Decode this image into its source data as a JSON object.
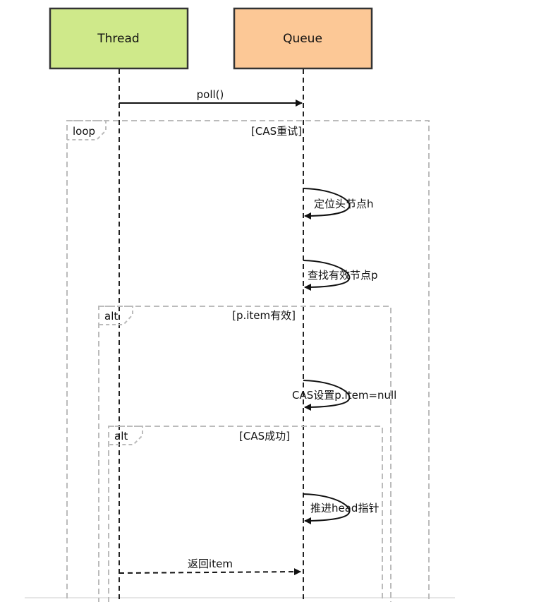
{
  "participants": [
    {
      "name": "Thread",
      "fill": "#cfe98a"
    },
    {
      "name": "Queue",
      "fill": "#fcc896"
    }
  ],
  "frames": {
    "loop": {
      "keyword": "loop",
      "guard": "[CAS重试]"
    },
    "alt_item_valid": {
      "keyword": "alt",
      "guard": "[p.item有效]"
    },
    "alt_cas_success": {
      "keyword": "alt",
      "guard": "[CAS成功]"
    }
  },
  "messages": {
    "poll": {
      "label": "poll()",
      "from": "Thread",
      "to": "Queue",
      "style": "solid"
    },
    "locate_head": {
      "label": "定位头节点h",
      "from": "Queue",
      "to": "Queue",
      "style": "solid"
    },
    "find_valid": {
      "label": "查找有效节点p",
      "from": "Queue",
      "to": "Queue",
      "style": "solid"
    },
    "cas_set_null": {
      "label": "CAS设置p.item=null",
      "from": "Queue",
      "to": "Queue",
      "style": "solid"
    },
    "advance_head": {
      "label": "推进head指针",
      "from": "Queue",
      "to": "Queue",
      "style": "solid"
    },
    "return_item": {
      "label": "返回item",
      "from": "Thread",
      "to": "Queue",
      "style": "dashed"
    }
  },
  "colors": {
    "stroke": "#333333",
    "frame": "#bbbbbb",
    "lifeline": "#222222"
  }
}
